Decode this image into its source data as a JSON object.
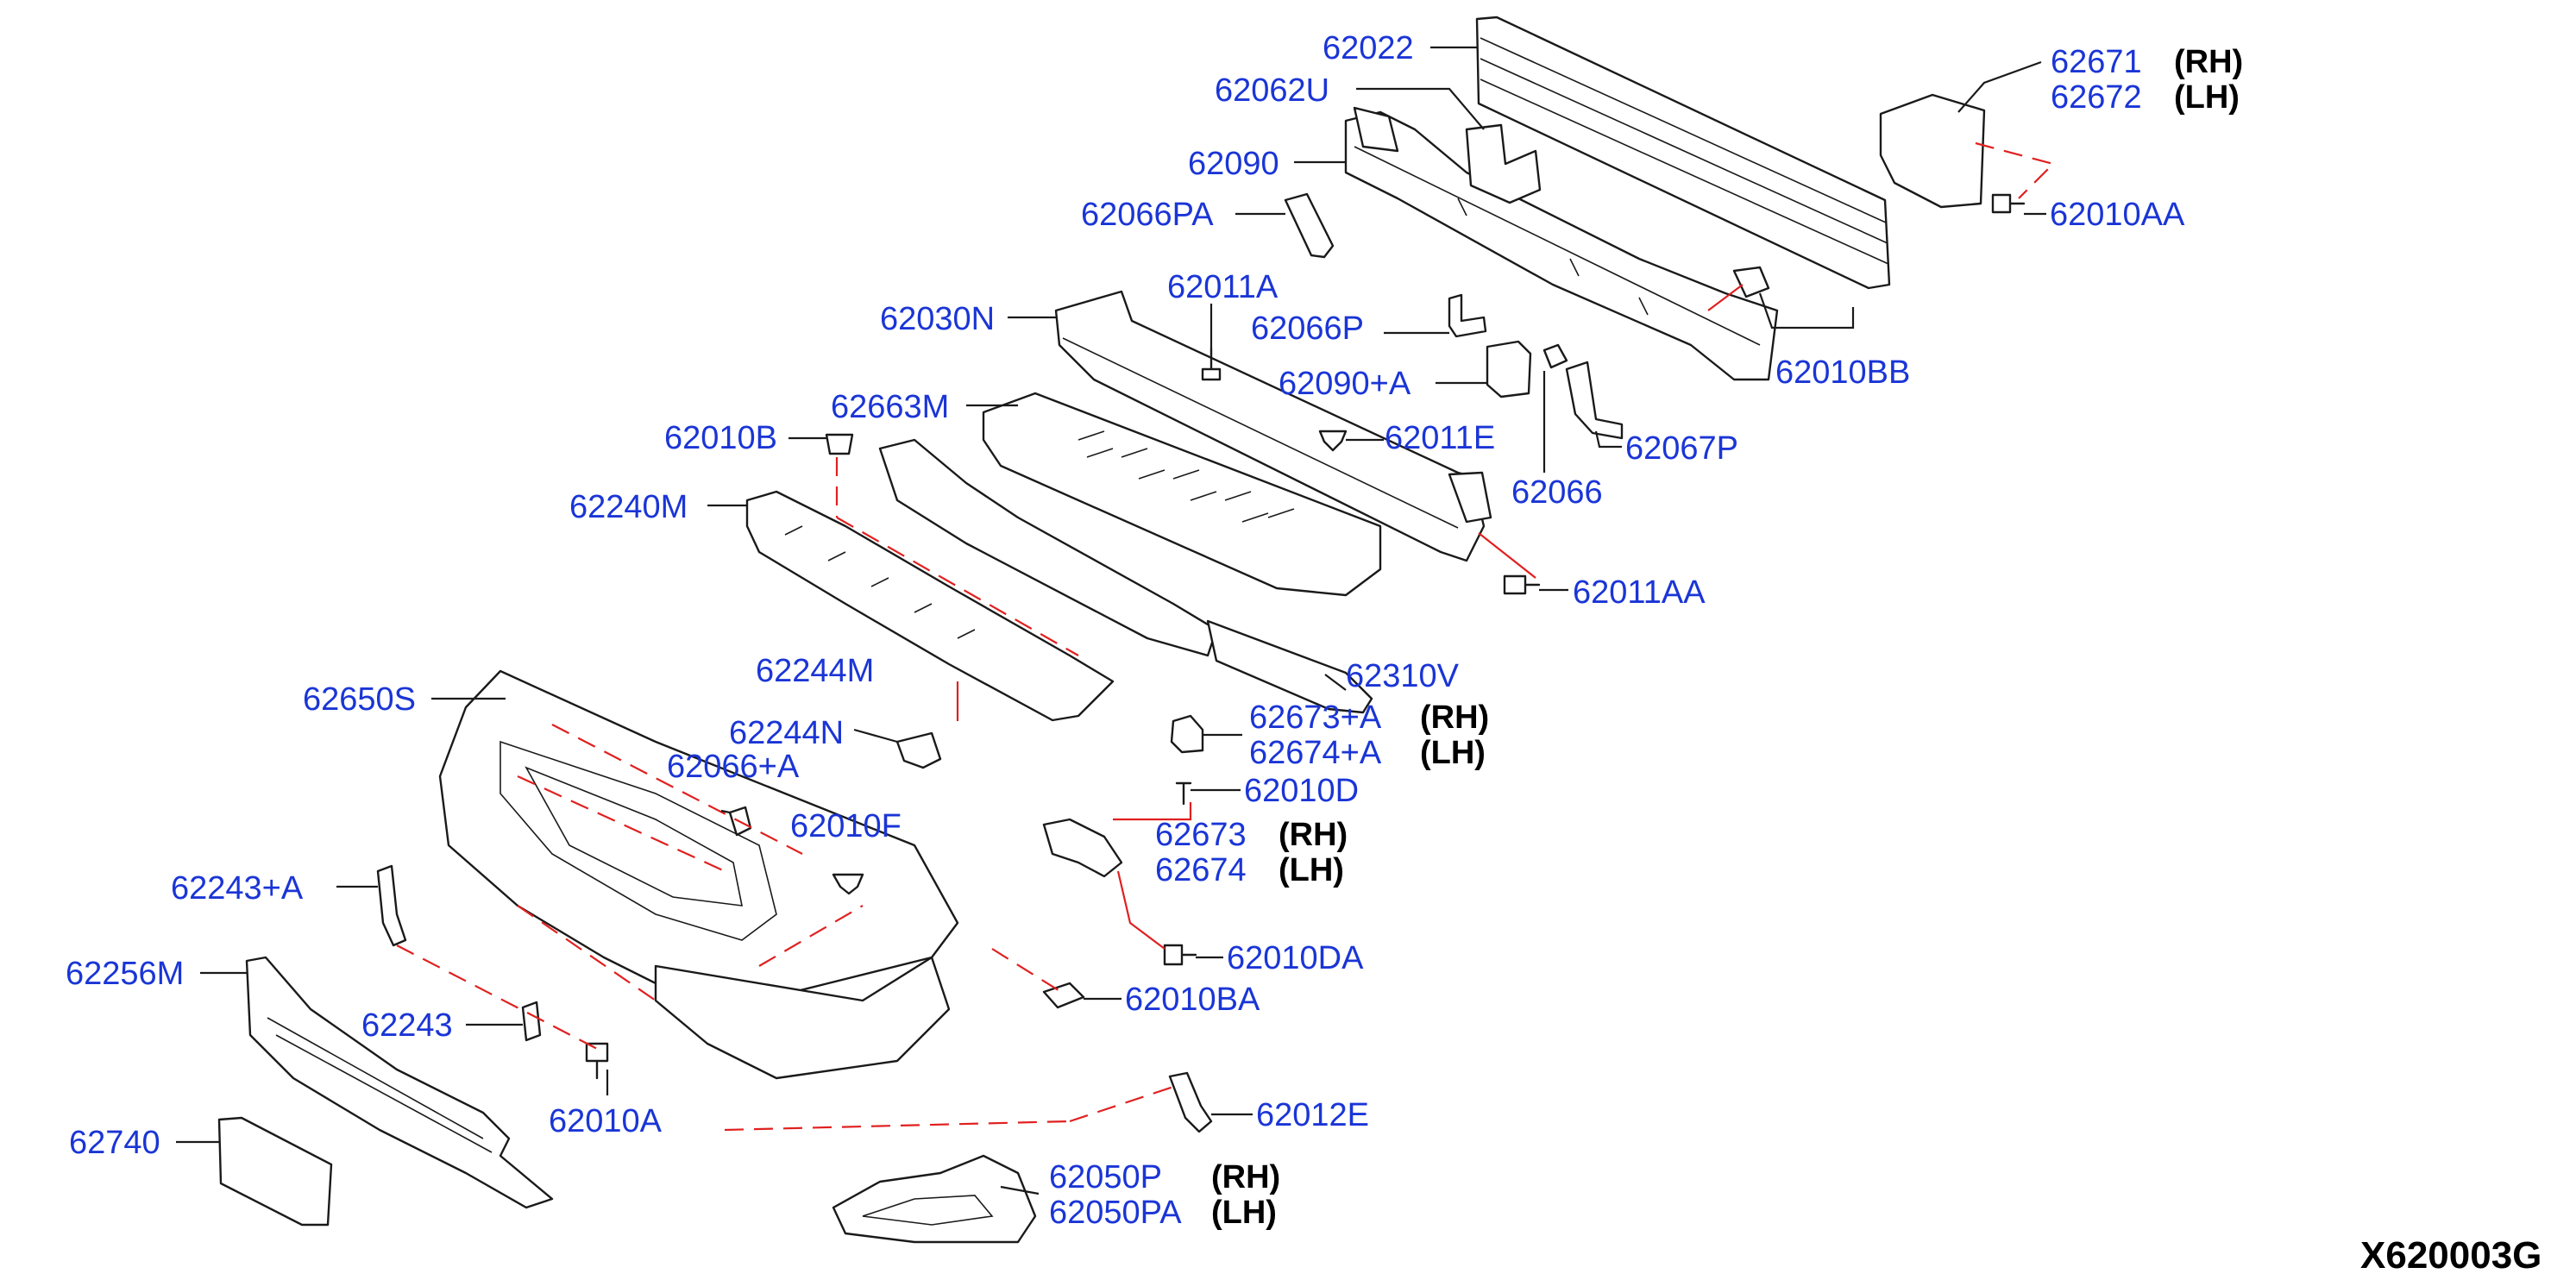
{
  "diagram_code": "X620003G",
  "side_labels": {
    "rh": "(RH)",
    "lh": "(LH)"
  },
  "parts": [
    {
      "id": "p62022",
      "number": "62022"
    },
    {
      "id": "p62062u",
      "number": "62062U"
    },
    {
      "id": "p62090",
      "number": "62090"
    },
    {
      "id": "p62066pa",
      "number": "62066PA"
    },
    {
      "id": "p62011a",
      "number": "62011A"
    },
    {
      "id": "p62030n",
      "number": "62030N"
    },
    {
      "id": "p62066p",
      "number": "62066P"
    },
    {
      "id": "p62090a",
      "number": "62090+A"
    },
    {
      "id": "p62663m",
      "number": "62663M"
    },
    {
      "id": "p62011e",
      "number": "62011E"
    },
    {
      "id": "p62010b",
      "number": "62010B"
    },
    {
      "id": "p62066",
      "number": "62066"
    },
    {
      "id": "p62067p",
      "number": "62067P"
    },
    {
      "id": "p62240m",
      "number": "62240M"
    },
    {
      "id": "p62011aa",
      "number": "62011AA"
    },
    {
      "id": "p62244m",
      "number": "62244M"
    },
    {
      "id": "p62310v",
      "number": "62310V"
    },
    {
      "id": "p62650s",
      "number": "62650S"
    },
    {
      "id": "p62244n",
      "number": "62244N"
    },
    {
      "id": "p62673a",
      "number": "62673+A"
    },
    {
      "id": "p62674a",
      "number": "62674+A"
    },
    {
      "id": "p62066a",
      "number": "62066+A"
    },
    {
      "id": "p62010d",
      "number": "62010D"
    },
    {
      "id": "p62010f",
      "number": "62010F"
    },
    {
      "id": "p62673",
      "number": "62673"
    },
    {
      "id": "p62674",
      "number": "62674"
    },
    {
      "id": "p62243a",
      "number": "62243+A"
    },
    {
      "id": "p62010da",
      "number": "62010DA"
    },
    {
      "id": "p62256m",
      "number": "62256M"
    },
    {
      "id": "p62010ba",
      "number": "62010BA"
    },
    {
      "id": "p62243",
      "number": "62243"
    },
    {
      "id": "p62012e",
      "number": "62012E"
    },
    {
      "id": "p62010a",
      "number": "62010A"
    },
    {
      "id": "p62740",
      "number": "62740"
    },
    {
      "id": "p62050p",
      "number": "62050P"
    },
    {
      "id": "p62050pa",
      "number": "62050PA"
    },
    {
      "id": "p62671",
      "number": "62671"
    },
    {
      "id": "p62672",
      "number": "62672"
    },
    {
      "id": "p62010aa",
      "number": "62010AA"
    },
    {
      "id": "p62010bb",
      "number": "62010BB"
    }
  ]
}
